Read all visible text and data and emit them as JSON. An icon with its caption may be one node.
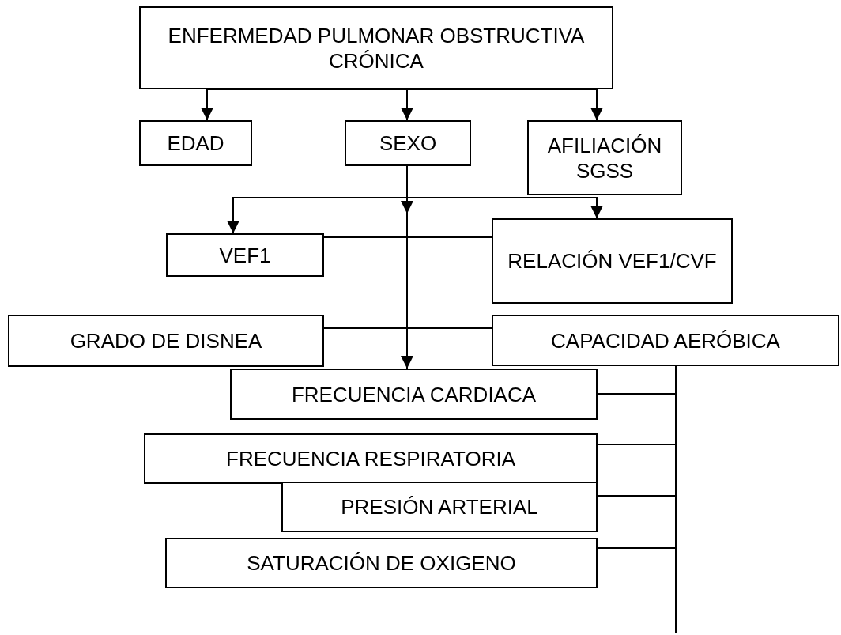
{
  "diagram": {
    "nodes": [
      {
        "text": [
          "ENFERMEDAD PULMONAR OBSTRUCTIVA CRÓNICA"
        ]
      },
      {
        "text": [
          "EDAD"
        ]
      },
      {
        "text": [
          "SEXO"
        ]
      },
      {
        "text": [
          "AFILIACIÓN SGSS"
        ]
      },
      {
        "text": [
          "VEF1"
        ]
      },
      {
        "text": [
          "RELACIÓN VEF1/CVF"
        ]
      },
      {
        "text": [
          "GRADO DE DISNEA"
        ]
      },
      {
        "text": [
          "CAPACIDAD AERÓBICA"
        ]
      },
      {
        "text": [
          "FRECUENCIA CARDIACA"
        ]
      },
      {
        "text": [
          "FRECUENCIA RESPIRATORIA"
        ]
      },
      {
        "text": [
          "PRESIÓN ARTERIAL"
        ]
      },
      {
        "text": [
          "SATURACIÓN DE OXIGENO"
        ]
      }
    ],
    "edges": [
      {
        "from": 0,
        "to": 1,
        "arrow": "to"
      },
      {
        "from": 0,
        "to": 2,
        "arrow": "to"
      },
      {
        "from": 0,
        "to": 3,
        "arrow": "to"
      },
      {
        "from": 2,
        "to": 4,
        "arrow": "to"
      },
      {
        "from": 2,
        "to": 5,
        "arrow": "to"
      },
      {
        "from": 2,
        "to": 8,
        "arrow": "to"
      },
      {
        "from": 4,
        "to": 5,
        "arrow": "none"
      },
      {
        "from": 6,
        "to": 7,
        "arrow": "none"
      },
      {
        "from": 7,
        "to": 8,
        "arrow": "none"
      },
      {
        "from": 7,
        "to": 9,
        "arrow": "none"
      },
      {
        "from": 7,
        "to": 10,
        "arrow": "none"
      },
      {
        "from": 7,
        "to": 11,
        "arrow": "none"
      }
    ]
  }
}
